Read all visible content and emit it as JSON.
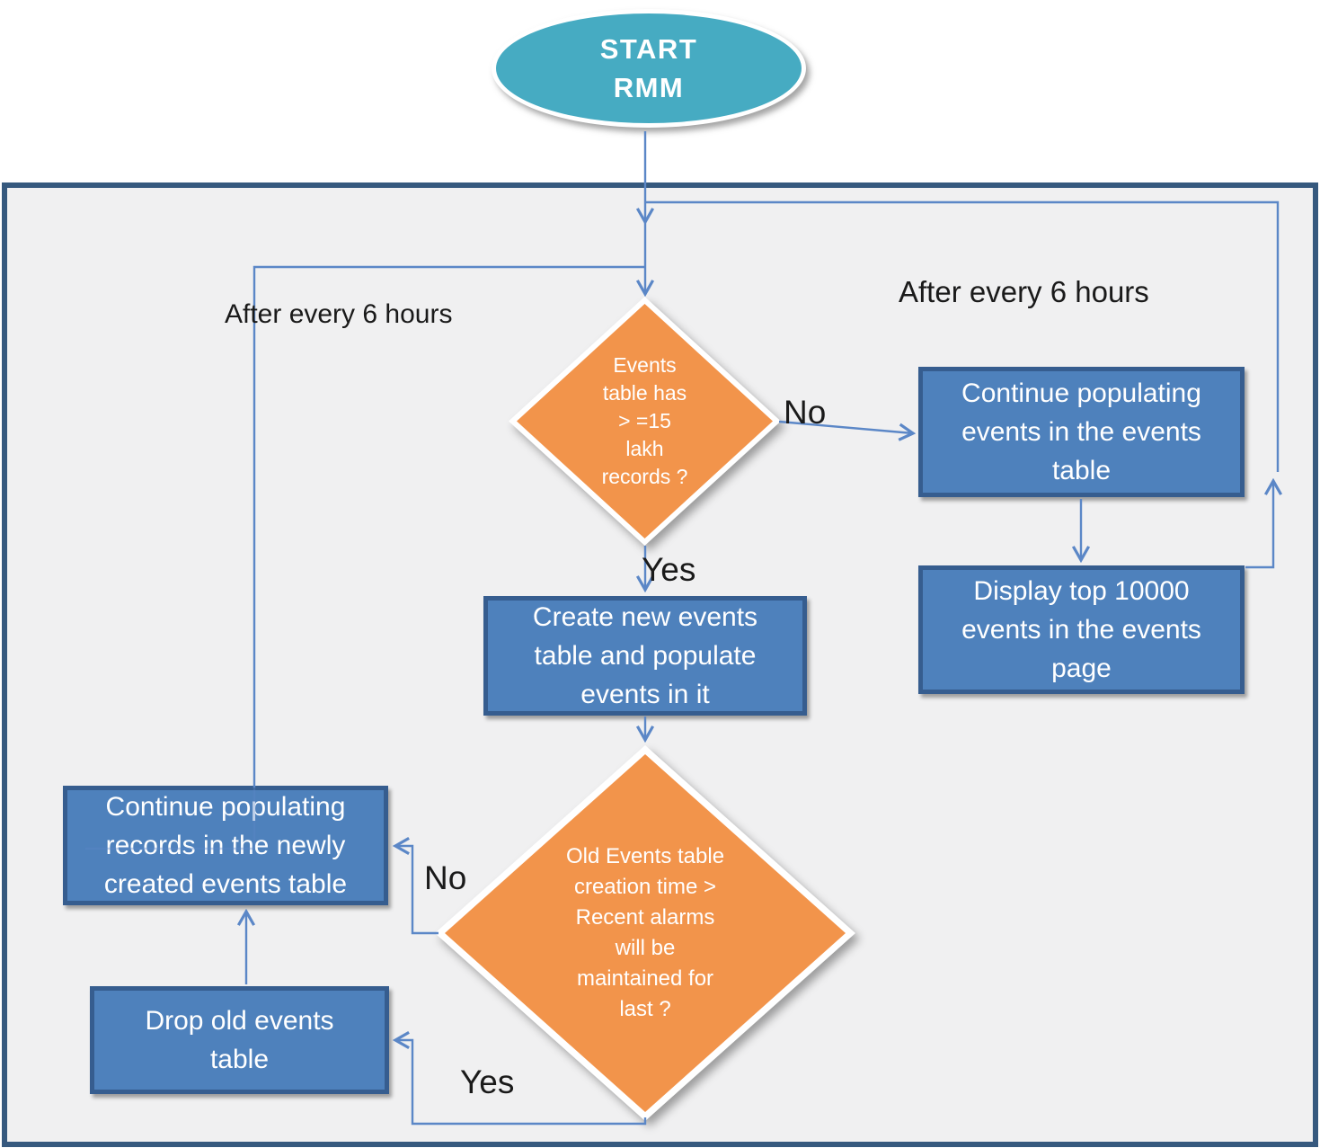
{
  "palette": {
    "teal": "#46ABC2",
    "orange": "#F2944B",
    "process_blue": "#4E81BC",
    "process_border": "#365D8F",
    "frame_border": "#36597E",
    "frame_background": "#F0F0F1",
    "arrow_blue": "#5B87C7",
    "label_ink": "#1A1A1A"
  },
  "start": {
    "line1": "START",
    "line2": "RMM"
  },
  "labels": {
    "after_left": "After every 6 hours",
    "after_right": "After every 6 hours",
    "no1": "No",
    "yes1": "Yes",
    "no2": "No",
    "yes2": "Yes"
  },
  "decisions": {
    "d1": {
      "lines": [
        "Events",
        "table has",
        "> =15",
        "lakh",
        "records ?"
      ]
    },
    "d2": {
      "lines": [
        "Old Events table",
        "creation time >",
        "Recent alarms",
        "will be",
        "maintained for",
        "last  ?"
      ]
    }
  },
  "processes": {
    "continue_events": {
      "lines": [
        "Continue populating",
        "events in the events",
        "table"
      ]
    },
    "display_top": {
      "lines": [
        "Display top 10000",
        "events in the events",
        "page"
      ]
    },
    "create_new": {
      "lines": [
        "Create new events",
        "table and populate",
        "events in it"
      ]
    },
    "continue_records": {
      "lines": [
        "Continue populating",
        "records in the newly",
        "created events table"
      ]
    },
    "drop_old": {
      "lines": [
        "Drop old events",
        "table"
      ]
    }
  }
}
